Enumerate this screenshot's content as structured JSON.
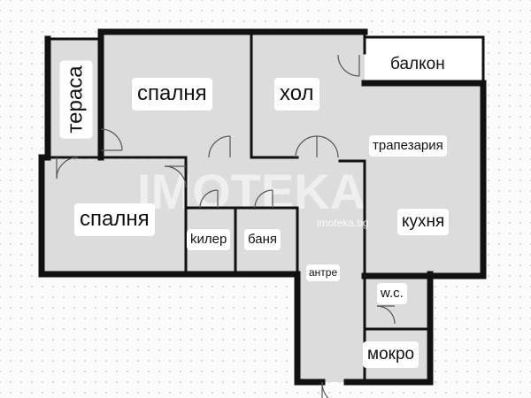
{
  "rooms": {
    "terasa": "тераса",
    "spalnya_top": "спалня",
    "hol": "хол",
    "balkon": "балкон",
    "trapezariya": "трапезария",
    "spalnya_left": "спалня",
    "kiler": "kилер",
    "banya": "баня",
    "kuhnya": "кухня",
    "antre": "антре",
    "wc": "w.c.",
    "mokro": "мокро"
  },
  "watermark": {
    "brand": "IMOTEKA",
    "url": "imoteka.bg"
  },
  "colors": {
    "room_fill": "#dcdcdc",
    "wall": "#111111",
    "background": "#fbfbfb",
    "label_bg": "#ffffff"
  }
}
